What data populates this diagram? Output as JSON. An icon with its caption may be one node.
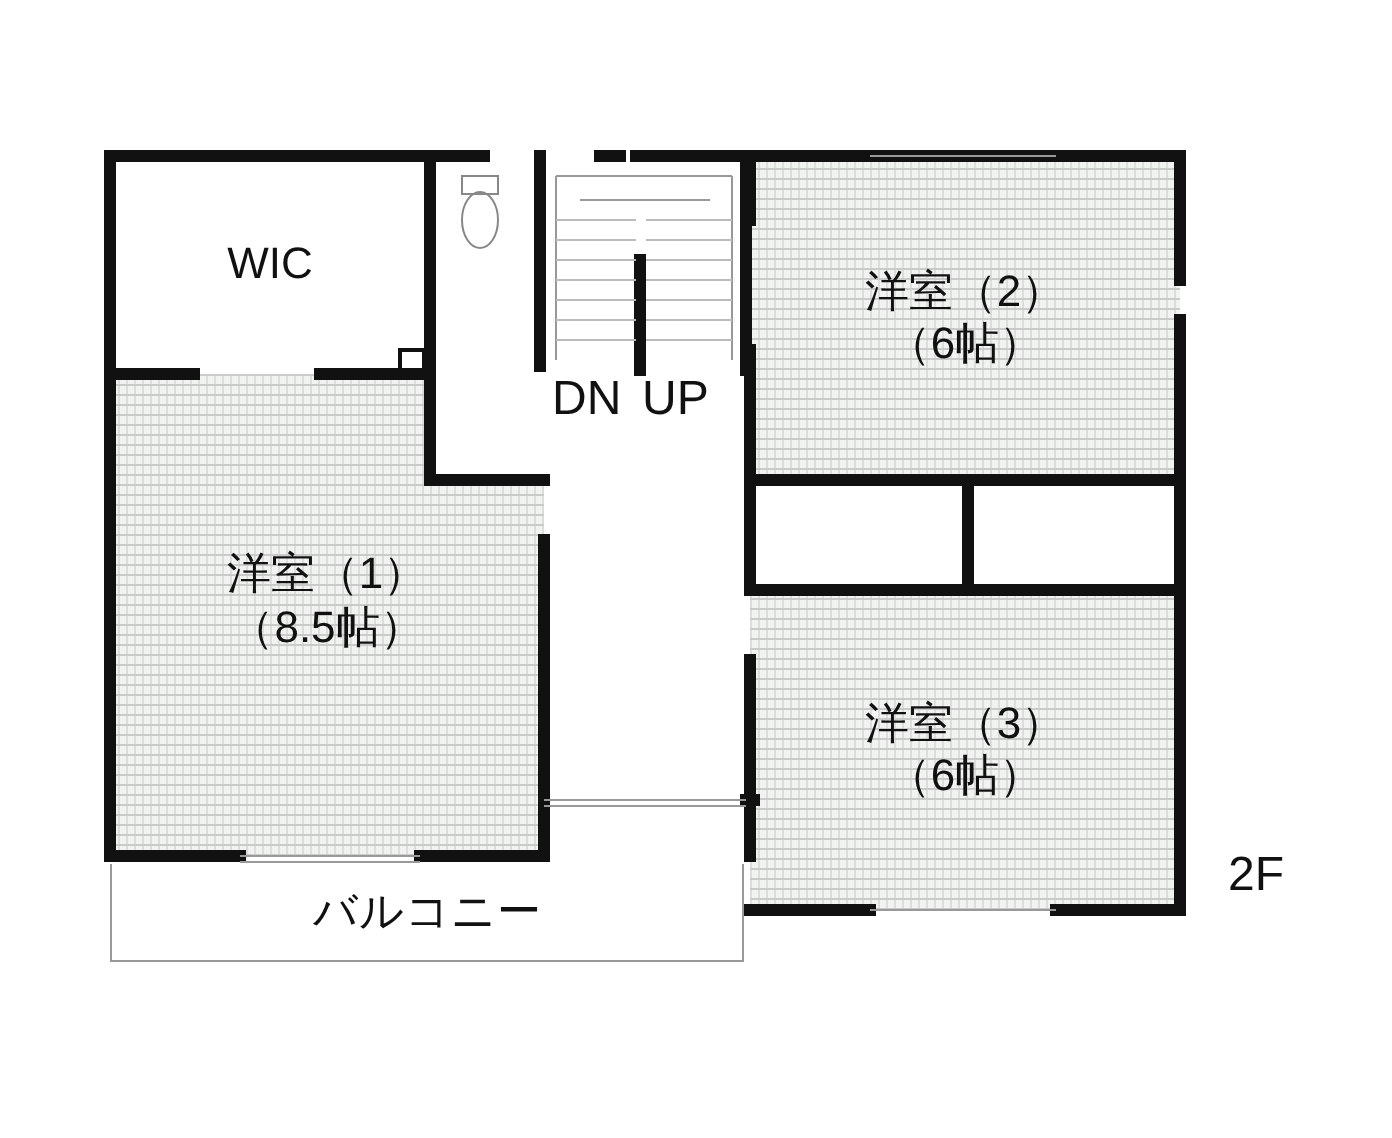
{
  "diagram": {
    "nodes": [
      {
        "text": [
          "WIC"
        ]
      },
      {
        "text": [
          "洋室（2）",
          "（6帖）"
        ]
      },
      {
        "text": [
          "洋室（1）",
          "（8.5帖）"
        ]
      },
      {
        "text": [
          "洋室（3）",
          "（6帖）"
        ]
      },
      {
        "text": [
          "バルコニー"
        ]
      }
    ],
    "labels": [
      "DN",
      "UP",
      "2F"
    ]
  }
}
